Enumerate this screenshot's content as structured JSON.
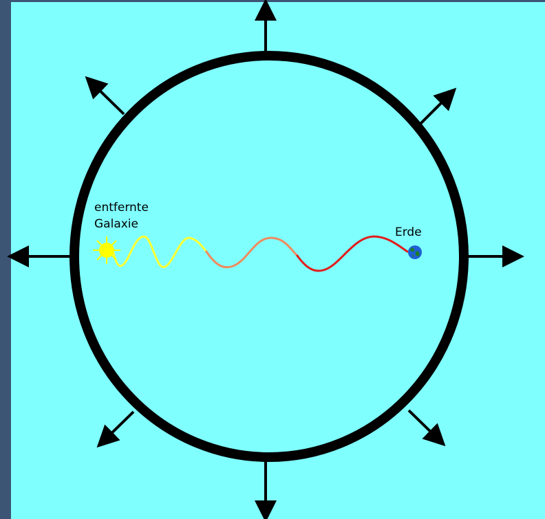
{
  "diagram": {
    "labels": {
      "galaxy_line1": "entfernte",
      "galaxy_line2": "Galaxie",
      "earth": "Erde"
    },
    "icons": {
      "galaxy": "sun-star-icon",
      "earth": "earth-globe-icon"
    },
    "colors": {
      "background": "#80ffff",
      "frame": "#3d5575",
      "circle": "#000000",
      "arrows": "#000000",
      "wave_start": "#ffff33",
      "wave_middle": "#f08a5d",
      "wave_end": "#e31b1b",
      "galaxy": "#ffff00",
      "earth": "#1f5fd6"
    },
    "wave_segments": [
      "yellow",
      "orange",
      "red"
    ],
    "arrow_directions": [
      "up",
      "up-right",
      "right",
      "down-right",
      "down",
      "down-left",
      "left",
      "up-left"
    ]
  }
}
